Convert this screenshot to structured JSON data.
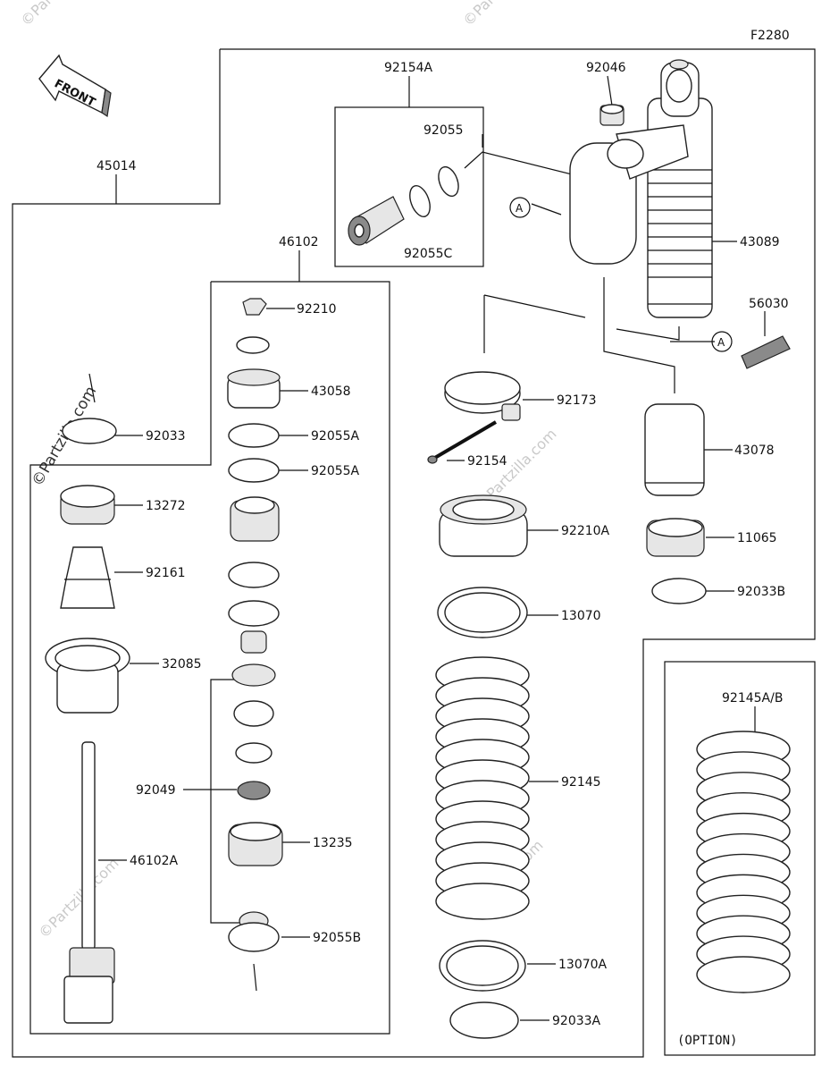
{
  "diagram_code": "F2280",
  "front_label": "FRONT",
  "option_label": "(OPTION)",
  "watermark": "©Partzilla.com",
  "callouts": [
    "A",
    "A"
  ],
  "parts": [
    "45014",
    "92154A",
    "92046",
    "92055",
    "92055C",
    "43089",
    "46102",
    "92210",
    "43058",
    "92055A",
    "92055A",
    "92033",
    "13272",
    "92161",
    "32085",
    "92049",
    "13235",
    "46102A",
    "92055B",
    "56030",
    "92173",
    "92154",
    "43078",
    "92210A",
    "11065",
    "92033B",
    "13070",
    "92145",
    "92145A/B",
    "13070A",
    "92033A"
  ],
  "colors": {
    "line": "#111111",
    "part_fill": "#e6e6e6",
    "watermark": "#c9c9c9"
  },
  "icons": [
    "front-arrow-icon",
    "showa-decal-icon"
  ]
}
